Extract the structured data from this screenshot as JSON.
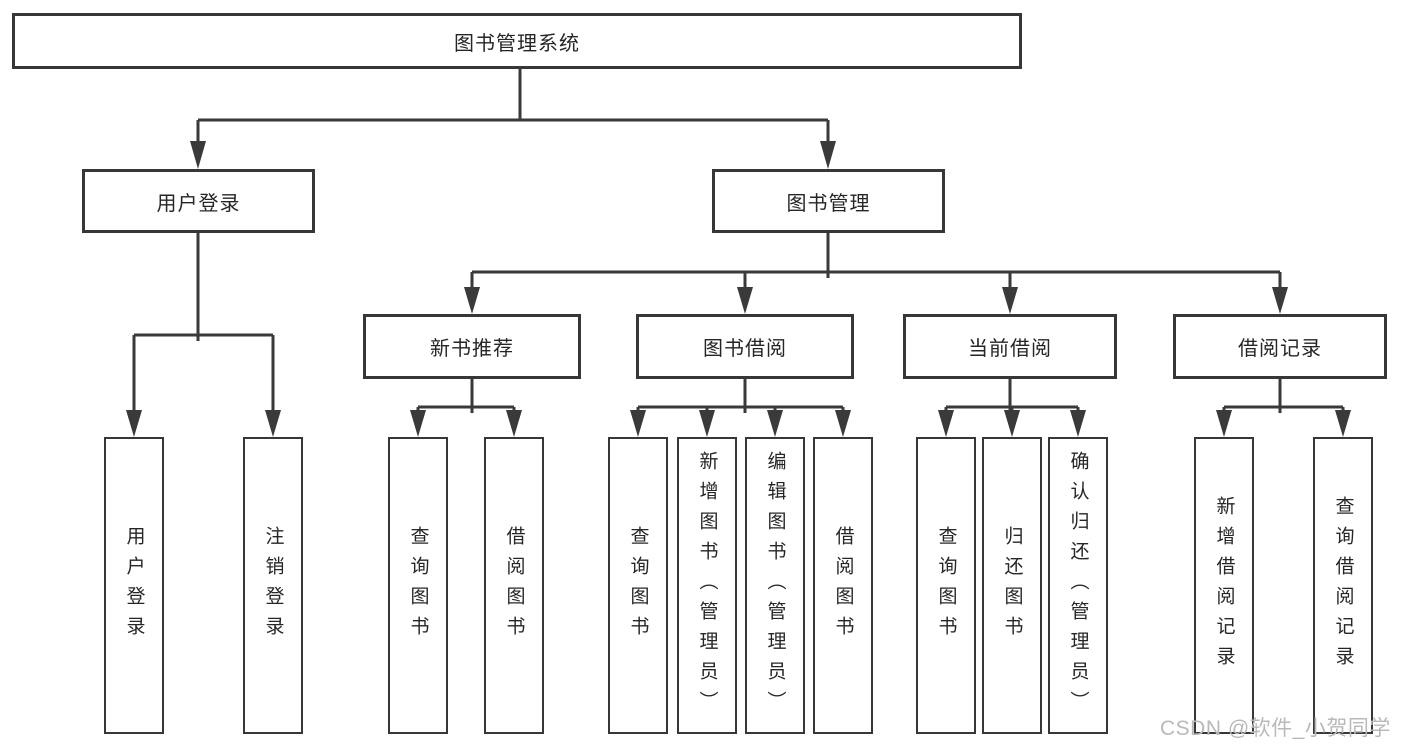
{
  "diagram": {
    "root": {
      "label": "图书管理系统"
    },
    "level2": [
      {
        "label": "用户登录"
      },
      {
        "label": "图书管理"
      }
    ],
    "level3": [
      {
        "label": "新书推荐"
      },
      {
        "label": "图书借阅"
      },
      {
        "label": "当前借阅"
      },
      {
        "label": "借阅记录"
      }
    ],
    "leaves": {
      "user_login": [
        "用户登录",
        "注销登录"
      ],
      "new_book": [
        "查询图书",
        "借阅图书"
      ],
      "book_borrow": [
        "查询图书",
        "新增图书（管理员）",
        "编辑图书（管理员）",
        "借阅图书"
      ],
      "current_borrow": [
        "查询图书",
        "归还图书",
        "确认归还（管理员）"
      ],
      "borrow_record": [
        "新增借阅记录",
        "查询借阅记录"
      ]
    }
  },
  "watermark": {
    "text": "CSDN @软件_小贺同学"
  },
  "colors": {
    "line": "#3a3a3a",
    "border": "#373737",
    "text": "#262626",
    "background": "#ffffff",
    "watermark": "#b9b9b9"
  }
}
